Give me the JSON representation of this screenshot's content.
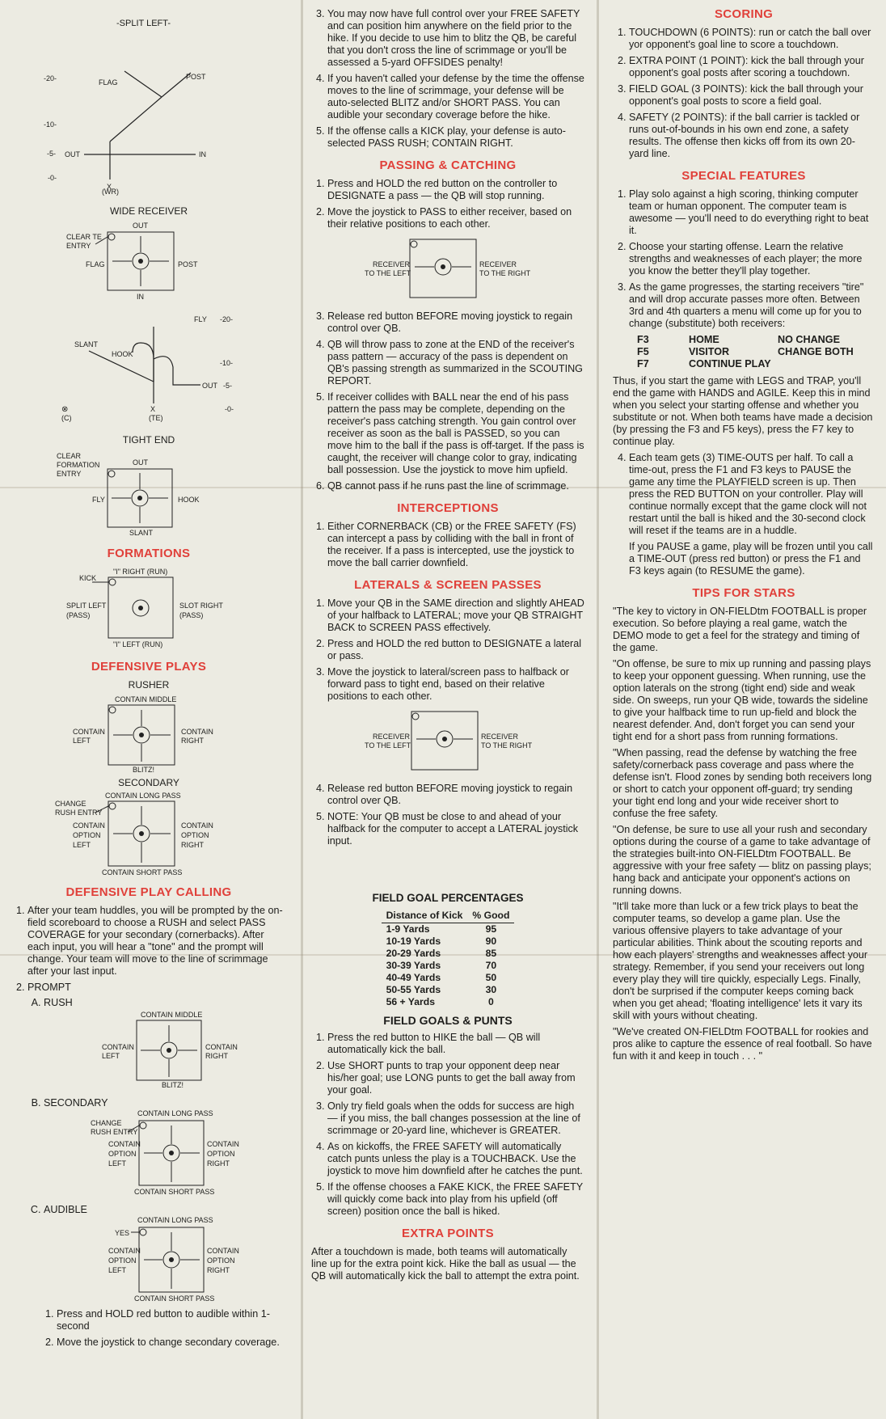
{
  "col1": {
    "split_left": {
      "title": "-SPLIT LEFT-",
      "yard_20": "-20-",
      "yard_10": "-10-",
      "yard_5": "-5-",
      "yard_0": "-0-",
      "flag": "FLAG",
      "post": "POST",
      "out": "OUT",
      "in": "IN",
      "x": "X",
      "wr": "(WR)"
    },
    "wide_receiver": {
      "title": "WIDE RECEIVER",
      "out": "OUT",
      "in": "IN",
      "flag": "FLAG",
      "post": "POST",
      "clear1": "CLEAR TE",
      "clear2": "ENTRY"
    },
    "tight_end_play": {
      "fly": "FLY",
      "yard_20": "-20-",
      "slant": "SLANT",
      "hook": "HOOK",
      "yard_10": "-10-",
      "out": "OUT",
      "yard_5": "-5-",
      "yard_0": "-0-",
      "x": "X",
      "c": "(C)",
      "te": "(TE)"
    },
    "tight_end": {
      "title": "TIGHT END",
      "clear1": "CLEAR",
      "clear2": "FORMATION",
      "clear3": "ENTRY",
      "out": "OUT",
      "fly": "FLY",
      "hook": "HOOK",
      "slant": "SLANT"
    },
    "formations": {
      "heading": "FORMATIONS",
      "kick": "KICK",
      "i_right": "\"I\" RIGHT  (RUN)",
      "split_left1": "SPLIT LEFT",
      "split_left2": "(PASS)",
      "slot_right1": "SLOT RIGHT",
      "slot_right2": "(PASS)",
      "i_left": "\"I\" LEFT  (RUN)"
    },
    "defensive_plays": {
      "heading": "DEFENSIVE PLAYS",
      "rusher": "RUSHER",
      "contain_middle": "CONTAIN MIDDLE",
      "contain_left1": "CONTAIN",
      "contain_left2": "LEFT",
      "contain_right1": "CONTAIN",
      "contain_right2": "RIGHT",
      "blitz": "BLITZ!",
      "secondary": "SECONDARY",
      "contain_long": "CONTAIN LONG PASS",
      "change1": "CHANGE",
      "change2": "RUSH ENTRY",
      "option1": "CONTAIN",
      "option2": "OPTION",
      "option3": "LEFT",
      "option_r1": "CONTAIN",
      "option_r2": "OPTION",
      "option_r3": "RIGHT",
      "contain_short": "CONTAIN SHORT PASS"
    },
    "calling": {
      "heading": "DEFENSIVE PLAY CALLING",
      "item1": "After your team huddles, you will be prompted by the on-field scoreboard to choose a RUSH and select PASS COVERAGE for your secondary (cornerbacks). After each input, you will hear a \"tone\" and the prompt will change. Your team will move to the line of scrimmage after your last input.",
      "item2": "PROMPT",
      "rush": "RUSH",
      "secondary": "SECONDARY",
      "audible": "AUDIBLE",
      "yes": "YES",
      "aud1": "Press and HOLD red button to audible within 1-second",
      "aud2": "Move the joystick to change secondary coverage."
    }
  },
  "col2": {
    "items_top": [
      "You may now have full control over your FREE SAFETY and can position him anywhere on the field prior to the hike. If you decide to use him to blitz the QB, be careful that you don't cross the line of scrimmage or you'll be assessed a 5-yard OFFSIDES penalty!",
      "If you haven't called your defense by the time the offense moves to the line of scrimmage, your defense will be auto-selected BLITZ and/or SHORT PASS. You can audible your secondary coverage before the hike.",
      "If the offense calls a KICK play, your defense is auto-selected PASS RUSH; CONTAIN RIGHT."
    ],
    "passing_heading": "PASSING & CATCHING",
    "passing_a": [
      "Press and HOLD the red button on the controller to DESIGNATE a pass — the QB will stop running.",
      "Move the joystick to PASS to either receiver, based on their relative positions to each other."
    ],
    "recv_left1": "RECEIVER",
    "recv_left2": "TO THE LEFT",
    "recv_right1": "RECEIVER",
    "recv_right2": "TO THE RIGHT",
    "passing_b": [
      "Release red button BEFORE moving joystick to regain control over QB.",
      "QB will throw pass to zone at the END of the receiver's pass pattern — accuracy of the pass is dependent on QB's passing strength as summarized in the SCOUTING REPORT.",
      "If receiver collides with BALL near the end of his pass pattern the pass may be complete, depending on the receiver's pass catching strength. You gain control over receiver as soon as the ball is PASSED, so you can move him to the ball if the pass is off-target. If the pass is caught, the receiver will change color to gray, indicating ball possession. Use the joystick to move him upfield.",
      "QB cannot pass if he runs past the line of scrimmage."
    ],
    "intercept_heading": "INTERCEPTIONS",
    "intercept": "Either CORNERBACK (CB) or the FREE SAFETY (FS) can intercept a pass by colliding with the ball in front of the receiver. If a pass is intercepted, use the joystick to move the ball carrier downfield.",
    "laterals_heading": "LATERALS & SCREEN PASSES",
    "laterals_a": [
      "Move your QB in the SAME direction and slightly AHEAD of your halfback to LATERAL; move your QB STRAIGHT BACK to SCREEN PASS effectively.",
      "Press and HOLD the red button to DESIGNATE a lateral or pass.",
      "Move the joystick to lateral/screen pass to halfback or forward pass to tight end, based on their relative positions to each other."
    ],
    "laterals_b": [
      "Release red button BEFORE moving joystick to regain control over QB.",
      "NOTE: Your QB must be close to and ahead of your halfback for the computer to accept a LATERAL joystick input."
    ],
    "fg_table_title": "FIELD GOAL PERCENTAGES",
    "fg_col1": "Distance of Kick",
    "fg_col2": "% Good",
    "fg_rows": [
      [
        "1-9 Yards",
        "95"
      ],
      [
        "10-19 Yards",
        "90"
      ],
      [
        "20-29 Yards",
        "85"
      ],
      [
        "30-39 Yards",
        "70"
      ],
      [
        "40-49 Yards",
        "50"
      ],
      [
        "50-55 Yards",
        "30"
      ],
      [
        "56 + Yards",
        "0"
      ]
    ],
    "fg_heading": "FIELD GOALS & PUNTS",
    "fg_items": [
      "Press the red button to HIKE the ball — QB will automatically kick the ball.",
      "Use SHORT punts to trap your opponent deep near his/her goal; use LONG punts to get the ball away from your goal.",
      "Only try field goals when the odds for success are high — if you miss, the ball changes possession at the line of scrimmage or 20-yard line, whichever is GREATER.",
      "As on kickoffs, the FREE SAFETY will automatically catch punts unless the play is a TOUCHBACK. Use the joystick to move him downfield after he catches the punt.",
      "If the offense chooses a FAKE KICK, the FREE SAFETY will quickly come back into play from his upfield (off screen) position once the ball is hiked."
    ],
    "xp_heading": "EXTRA POINTS",
    "xp": "After a touchdown is made, both teams will automatically line up for the extra point kick. Hike the ball as usual — the QB will automatically kick the ball to attempt the extra point."
  },
  "col3": {
    "scoring_heading": "SCORING",
    "scoring": [
      "TOUCHDOWN (6 POINTS): run or catch the ball over yor opponent's goal line to score a touchdown.",
      "EXTRA POINT (1 POINT): kick the ball through your opponent's goal posts after scoring a touchdown.",
      "FIELD GOAL (3 POINTS): kick the ball through your opponent's goal posts to score a field goal.",
      "SAFETY (2 POINTS): if the ball carrier is tackled or runs out-of-bounds in his own end zone, a safety results. The offense then kicks off from its own 20-yard line."
    ],
    "special_heading": "SPECIAL FEATURES",
    "special": [
      "Play solo against a high scoring, thinking computer team or human opponent. The computer team is awesome — you'll need to do everything right to beat it.",
      "Choose your starting offense. Learn the relative strengths and weaknesses of each player; the more you know the better they'll play together.",
      "As the game progresses, the starting receivers \"tire\" and will drop accurate passes more often. Between 3rd and 4th quarters a menu will come up for you to change (substitute) both receivers:"
    ],
    "keys": [
      [
        "F3",
        "HOME",
        "NO CHANGE"
      ],
      [
        "F5",
        "VISITOR",
        "CHANGE BOTH"
      ],
      [
        "F7",
        "CONTINUE PLAY",
        ""
      ]
    ],
    "special_para": "Thus, if you start the game with LEGS and TRAP, you'll end the game with HANDS and AGILE. Keep this in mind when you select your starting offense and whether you substitute or not. When both teams have made a decision (by pressing the F3 and F5 keys), press the F7 key to continue play.",
    "special4": "Each team gets (3) TIME-OUTS per half. To call a time-out, press the F1 and F3 keys to PAUSE the game any time the PLAYFIELD screen is up. Then press the RED BUTTON on your controller. Play will continue normally except that the game clock will not restart until the ball is hiked and the 30-second clock will reset if the teams are in a huddle.",
    "special4b": "If you PAUSE a game, play will be frozen until you call a TIME-OUT (press red button) or press the F1 and F3 keys again (to RESUME the game).",
    "tips_heading": "TIPS FOR STARS",
    "tips": [
      "\"The key to victory in ON-FIELDtm FOOTBALL is proper execution. So before playing a real game, watch the DEMO mode to get a feel for the strategy and timing of the game.",
      "\"On offense, be sure to mix up running and passing plays to keep your opponent guessing. When running, use the option laterals on the strong (tight end) side and weak side. On sweeps, run your QB wide, towards the sideline to give your halfback time to run up-field and block the nearest defender. And, don't forget you can send your tight end for a short pass from running formations.",
      "\"When passing, read the defense by watching the free safety/cornerback pass coverage and pass where the defense isn't. Flood zones by sending both receivers long or short to catch your opponent off-guard; try sending your tight end long and your wide receiver short to confuse the free safety.",
      "\"On defense, be sure to use all your rush and secondary options during the course of a game to take advantage of the strategies built-into ON-FIELDtm FOOTBALL. Be aggressive with your free safety — blitz on passing plays; hang back and anticipate your opponent's actions on running downs.",
      "\"It'll take more than luck or a few trick plays to beat the computer teams, so develop a game plan. Use the various offensive players to take advantage of your particular abilities. Think about the scouting reports and how each players' strengths and weaknesses affect your strategy. Remember, if you send your receivers out long every play they will tire quickly, especially Legs. Finally, don't be surprised if the computer keeps coming back when you get ahead; 'floating intelligence' lets it vary its skill with yours without cheating.",
      "\"We've created ON-FIELDtm FOOTBALL for rookies and pros alike to capture the essence of real football. So have fun with it and keep in touch . . . \""
    ]
  }
}
